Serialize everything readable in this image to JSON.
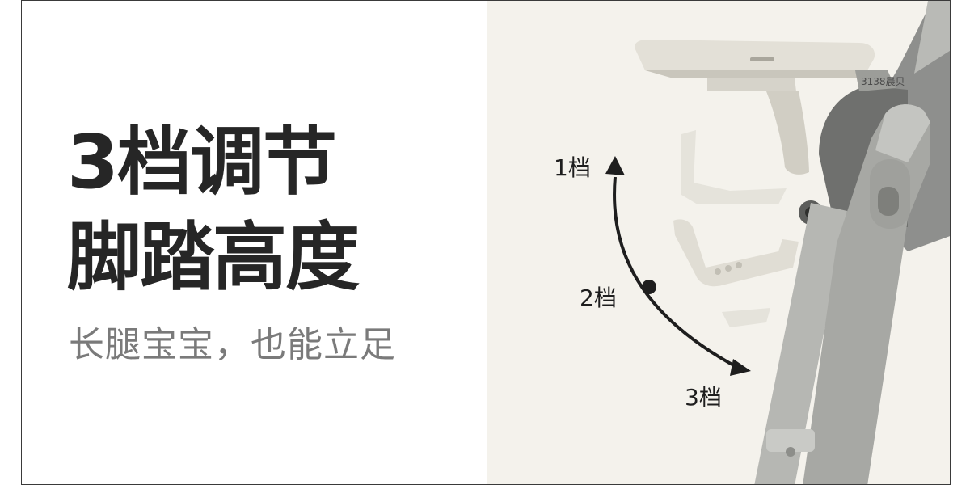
{
  "headline": {
    "line1": "3档调节",
    "line2": "脚踏高度"
  },
  "subtitle": "长腿宝宝，也能立足",
  "levels": [
    "1档",
    "2档",
    "3档"
  ],
  "colors": {
    "frame_border": "#3a3a3a",
    "right_background": "#f4f2ec",
    "headline": "#262626",
    "subtitle": "#7a7a7a",
    "arrow": "#1e1e1e"
  },
  "icons": [
    "high-chair-illustration",
    "curved-adjust-arrow"
  ]
}
